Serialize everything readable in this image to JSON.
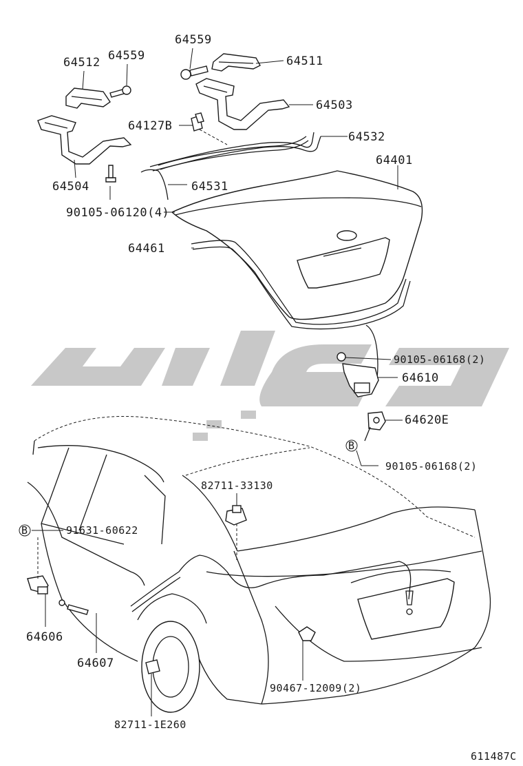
{
  "diagram_code": "611487C",
  "circle_marker": "B",
  "colors": {
    "line": "#1a1a1a",
    "watermark": "#c8c8c8",
    "background": "#ffffff"
  },
  "labels": {
    "p64512": "64512",
    "p64559a": "64559",
    "p64559b": "64559",
    "p64511": "64511",
    "p64503": "64503",
    "p64127b": "64127B",
    "p64532": "64532",
    "p64401": "64401",
    "p64504": "64504",
    "p64531": "64531",
    "p90105_06120": "90105-06120(4)",
    "p64461": "64461",
    "p90105_06168a": "90105-06168(2)",
    "p64610": "64610",
    "p64620e": "64620E",
    "p90105_06168b": "90105-06168(2)",
    "p82711_33130": "82711-33130",
    "p91631_60622": "91631-60622",
    "p64606": "64606",
    "p64607": "64607",
    "p90467_12009": "90467-12009(2)",
    "p82711_1e260": "82711-1E260"
  }
}
